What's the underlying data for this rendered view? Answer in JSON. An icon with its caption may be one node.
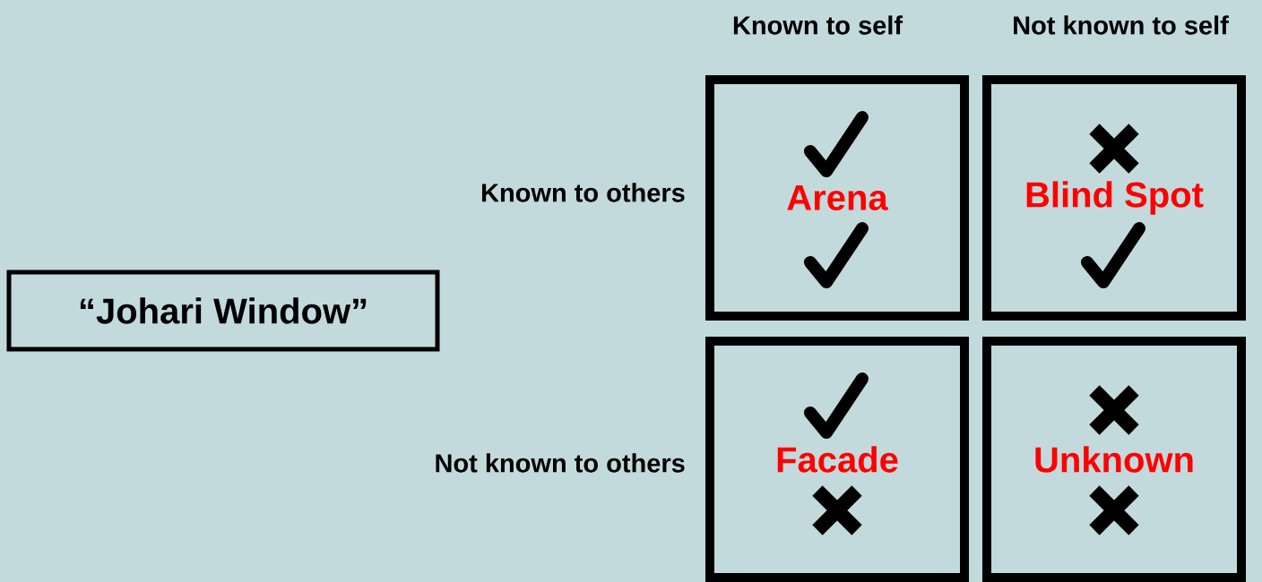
{
  "diagram": {
    "title": "“Johari Window”",
    "nodes": [
      {
        "text": [
          "Arena"
        ]
      },
      {
        "text": [
          "Blind Spot"
        ]
      },
      {
        "text": [
          "Facade"
        ]
      },
      {
        "text": [
          "Unknown"
        ]
      }
    ],
    "labels": [
      "Known to self",
      "Not known to self",
      "Known to others",
      "Not known to others"
    ]
  }
}
